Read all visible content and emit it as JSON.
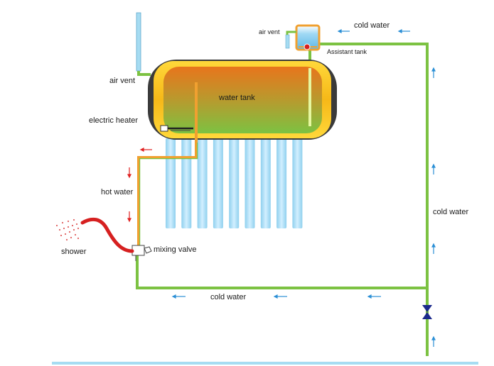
{
  "labels": {
    "air_vent_main": "air  vent",
    "air_vent_small": "air  vent",
    "water_tank": "water  tank",
    "electric_heater": "electric heater",
    "hot_water": "hot  water",
    "shower": "shower",
    "mixing_valve": "mixing valve",
    "cold_water_top": "cold  water",
    "assistant_tank": "Assistant tank",
    "cold_water_right": "cold  water",
    "cold_water_bottom": "cold  water"
  },
  "tube_count": 9,
  "colors": {
    "cold_pipe": "#7cc242",
    "hot_pipe": "#f0a030",
    "tank_frame": "#f6c21a",
    "tank_cap": "#3a3a3a",
    "tube": "#a6dcf2",
    "shower_hose": "#d62020",
    "cold_arrow": "#2b8fd6",
    "hot_arrow": "#e02020",
    "bottom_bar": "#a6dcf2"
  }
}
